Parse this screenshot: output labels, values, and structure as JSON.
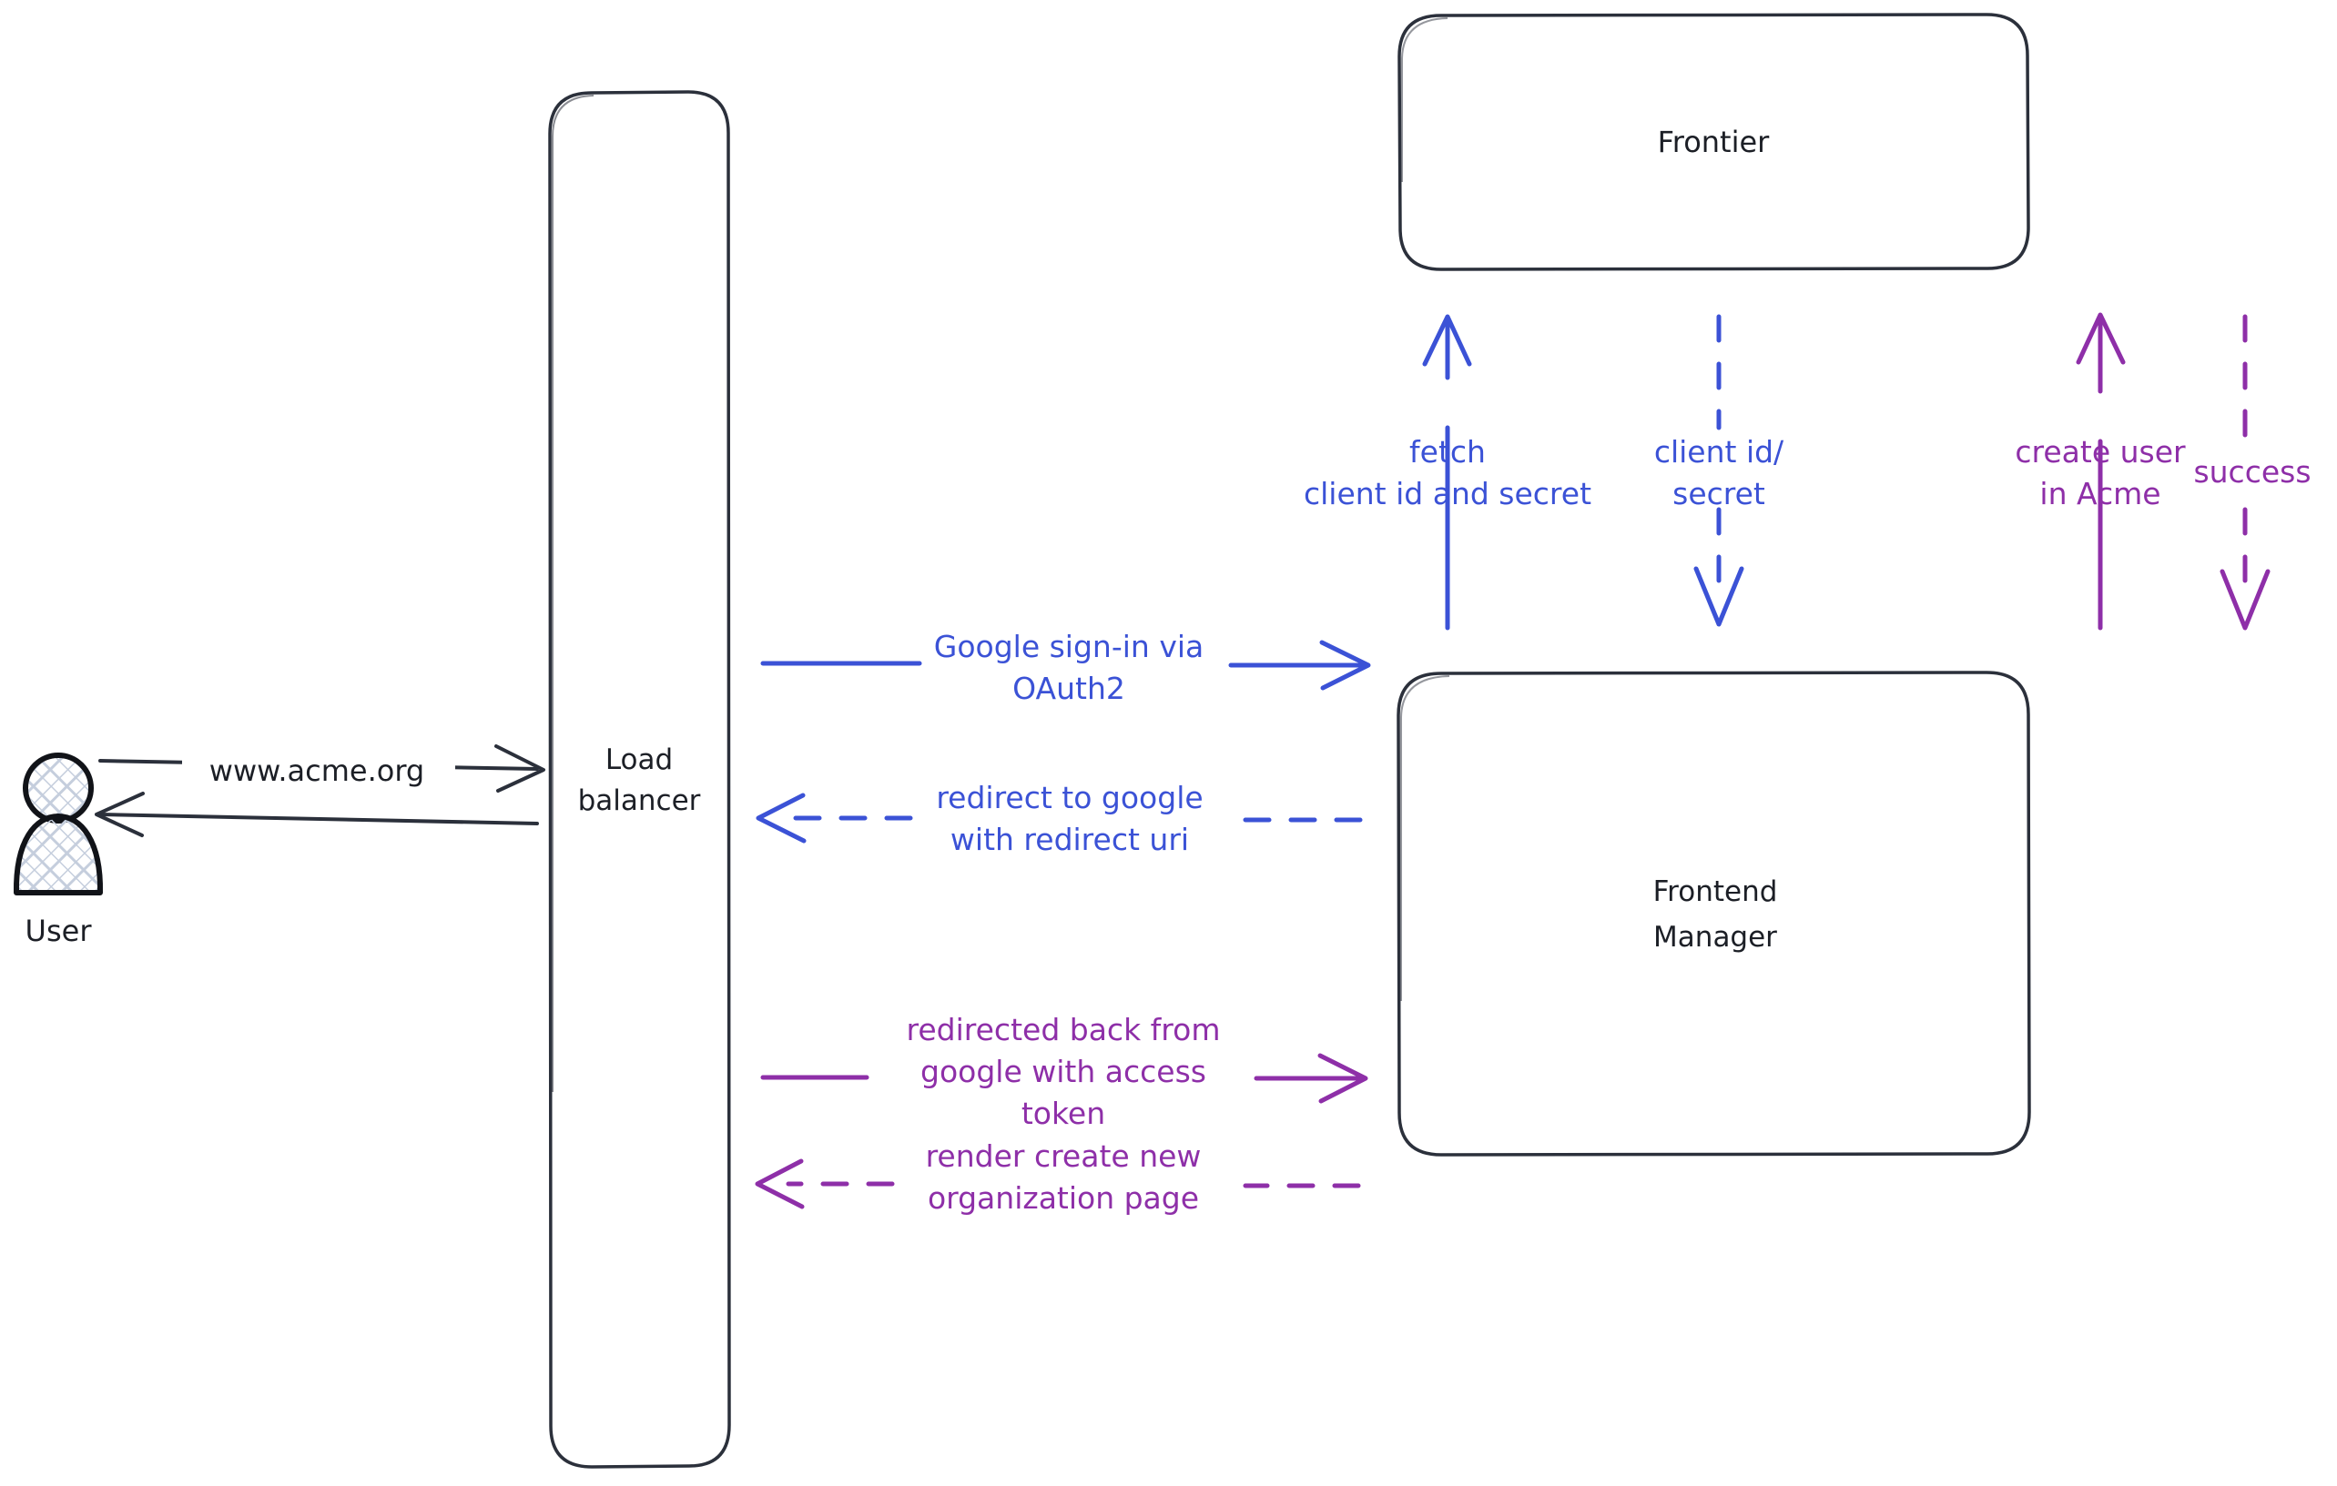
{
  "diagram": {
    "title": "OAuth2 Google sign-in sequence",
    "background": "#ffffff",
    "colors": {
      "stroke_dark": "#2b303b",
      "blue": "#3b52d6",
      "purple": "#8e2fa8",
      "hatch": "#c5cedd"
    }
  },
  "actors": [
    {
      "id": "user",
      "icon": "user-person-icon",
      "label": "User"
    }
  ],
  "nodes": [
    {
      "id": "load-balancer",
      "label_line1": "Load",
      "label_line2": "balancer"
    },
    {
      "id": "frontier",
      "label_line1": "Frontier",
      "label_line2": ""
    },
    {
      "id": "frontend-manager",
      "label_line1": "Frontend",
      "label_line2": "Manager"
    }
  ],
  "edges": [
    {
      "id": "user-to-lb",
      "color": "#2b303b",
      "style": "solid",
      "direction": "right",
      "label_lines": [
        "www.acme.org"
      ]
    },
    {
      "id": "lb-to-user",
      "color": "#2b303b",
      "style": "solid",
      "direction": "left",
      "label_lines": []
    },
    {
      "id": "lb-to-fm-signin",
      "color": "#3b52d6",
      "style": "solid",
      "direction": "right",
      "label_lines": [
        "Google sign-in via",
        "OAuth2"
      ]
    },
    {
      "id": "fm-to-lb-redirect",
      "color": "#3b52d6",
      "style": "dashed",
      "direction": "left",
      "label_lines": [
        "redirect to google",
        "with redirect uri"
      ]
    },
    {
      "id": "lb-to-fm-token",
      "color": "#8e2fa8",
      "style": "solid",
      "direction": "right",
      "label_lines": [
        "redirected back from",
        "google with access",
        "token"
      ]
    },
    {
      "id": "fm-to-lb-render",
      "color": "#8e2fa8",
      "style": "dashed",
      "direction": "left",
      "label_lines": [
        "render create new",
        "organization page"
      ]
    },
    {
      "id": "fm-to-frontier-fetch",
      "color": "#3b52d6",
      "style": "solid",
      "direction": "up",
      "label_lines": [
        "fetch",
        "client id and secret"
      ]
    },
    {
      "id": "frontier-to-fm-creds",
      "color": "#3b52d6",
      "style": "dashed",
      "direction": "down",
      "label_lines": [
        "client id/",
        "secret"
      ]
    },
    {
      "id": "fm-to-frontier-create-user",
      "color": "#8e2fa8",
      "style": "solid",
      "direction": "up",
      "label_lines": [
        "create user",
        "in Acme"
      ]
    },
    {
      "id": "frontier-to-fm-success",
      "color": "#8e2fa8",
      "style": "dashed",
      "direction": "down",
      "label_lines": [
        "success"
      ]
    }
  ]
}
